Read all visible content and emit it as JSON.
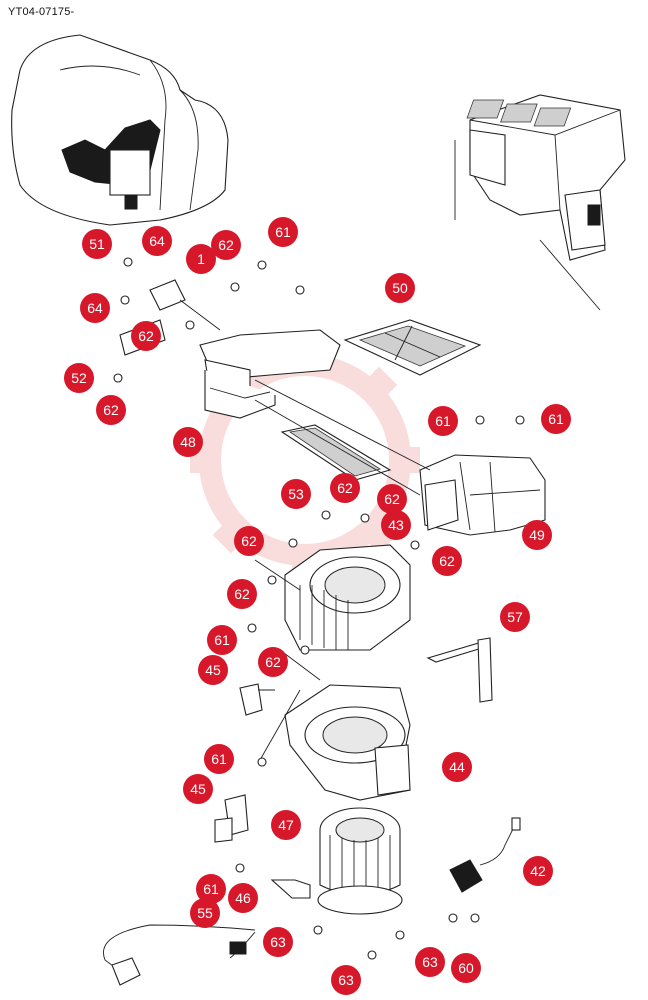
{
  "diagram_ref": "YT04-07175-",
  "callouts": [
    "51",
    "64",
    "1",
    "62",
    "61",
    "64",
    "62",
    "52",
    "62",
    "50",
    "48",
    "61",
    "61",
    "53",
    "62",
    "62",
    "43",
    "49",
    "62",
    "62",
    "62",
    "61",
    "62",
    "57",
    "45",
    "44",
    "61",
    "45",
    "47",
    "42",
    "61",
    "46",
    "55",
    "63",
    "60",
    "63",
    "63"
  ]
}
